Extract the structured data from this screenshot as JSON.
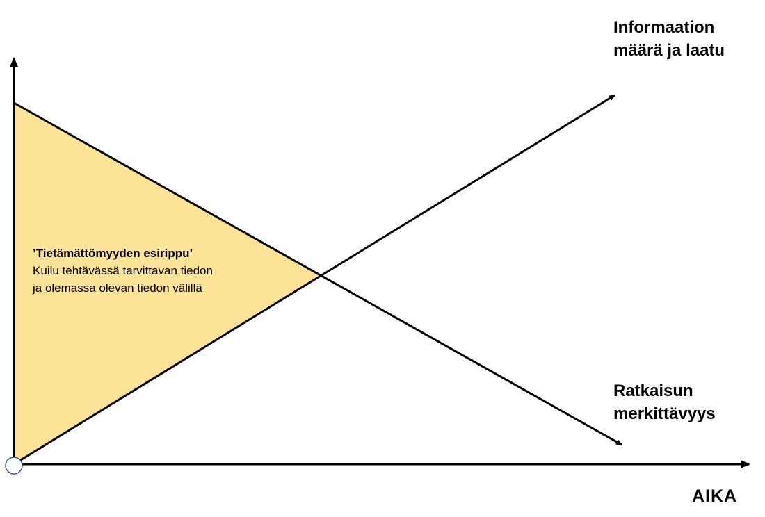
{
  "diagram": {
    "colors": {
      "gap_fill": "#FCE397",
      "lines": "#000000",
      "origin_marker_stroke": "#2F5597",
      "origin_marker_fill": "#FFFFFF"
    },
    "labels": {
      "information_line1": "Informaation",
      "information_line2": "määrä ja laatu",
      "solution_line1": "Ratkaisun",
      "solution_line2": "merkittävyys",
      "x_axis": "AIKA",
      "gap_title": "’Tietämättömyyden esirippu’",
      "gap_line1": "Kuilu tehtävässä tarvittavan tiedon",
      "gap_line2": "ja olemassa olevan tiedon välillä"
    }
  }
}
